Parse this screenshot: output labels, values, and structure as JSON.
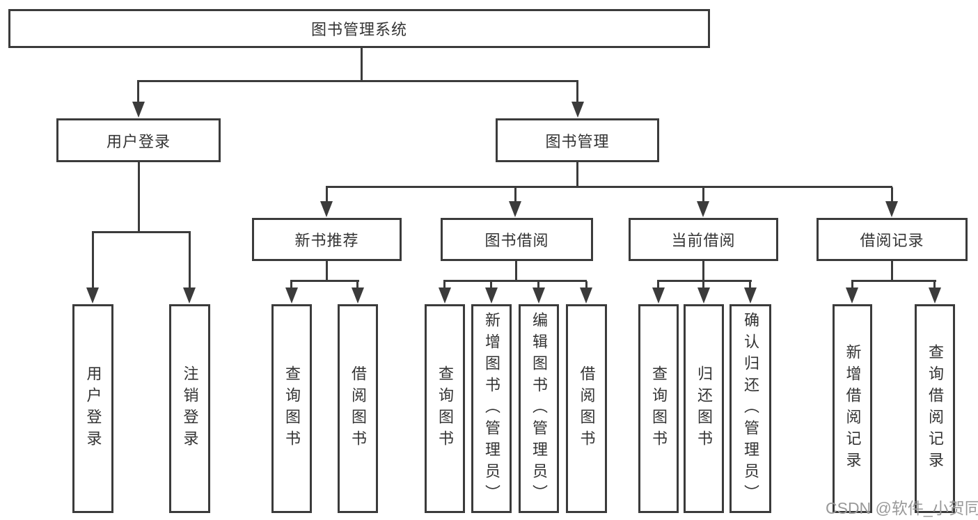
{
  "colors": {
    "line": "#3b3b3b",
    "text": "#333333",
    "watermark": "#999999",
    "background": "#ffffff"
  },
  "tree": {
    "root": {
      "label": "图书管理系统",
      "children": [
        {
          "label": "用户登录",
          "children": [
            {
              "label": "用户登录"
            },
            {
              "label": "注销登录"
            }
          ]
        },
        {
          "label": "图书管理",
          "children": [
            {
              "label": "新书推荐",
              "children": [
                {
                  "label": "查询图书"
                },
                {
                  "label": "借阅图书"
                }
              ]
            },
            {
              "label": "图书借阅",
              "children": [
                {
                  "label": "查询图书"
                },
                {
                  "label": "新增图书（管理员）"
                },
                {
                  "label": "编辑图书（管理员）"
                },
                {
                  "label": "借阅图书"
                }
              ]
            },
            {
              "label": "当前借阅",
              "children": [
                {
                  "label": "查询图书"
                },
                {
                  "label": "归还图书"
                },
                {
                  "label": "确认归还（管理员）"
                }
              ]
            },
            {
              "label": "借阅记录",
              "children": [
                {
                  "label": "新增借阅记录"
                },
                {
                  "label": "查询借阅记录"
                }
              ]
            }
          ]
        }
      ]
    }
  },
  "watermark": {
    "text": "CSDN @软件_小贺同学"
  }
}
